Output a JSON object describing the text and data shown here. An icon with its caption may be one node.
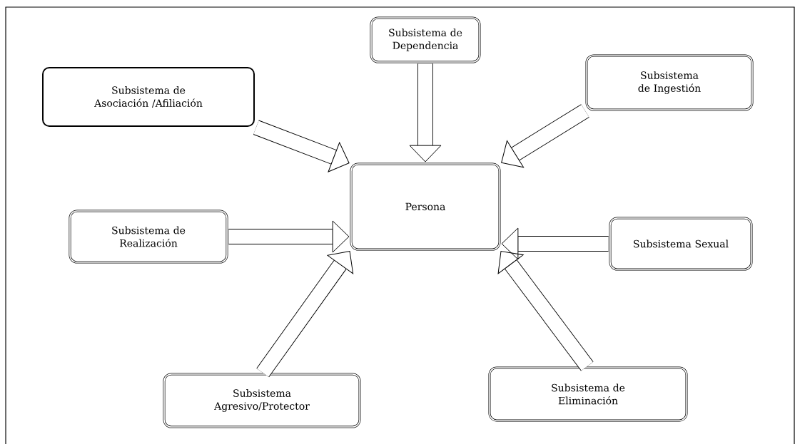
{
  "diagram": {
    "nodes": [
      {
        "text": [
          "Persona"
        ]
      },
      {
        "text": [
          "Subsistema de Dependencia"
        ]
      },
      {
        "text": [
          "Subsistema de Asociación /Afiliación"
        ]
      },
      {
        "text": [
          "Subsistema de Ingestión"
        ]
      },
      {
        "text": [
          "Subsistema de Realización"
        ]
      },
      {
        "text": [
          "Subsistema Sexual"
        ]
      },
      {
        "text": [
          "Subsistema Agresivo/Protector"
        ]
      },
      {
        "text": [
          "Subsistema de Eliminación"
        ]
      }
    ],
    "edges": [
      {
        "from": 1,
        "to": 0,
        "arrow": "to"
      },
      {
        "from": 2,
        "to": 0,
        "arrow": "to"
      },
      {
        "from": 3,
        "to": 0,
        "arrow": "to"
      },
      {
        "from": 4,
        "to": 0,
        "arrow": "to"
      },
      {
        "from": 5,
        "to": 0,
        "arrow": "to"
      },
      {
        "from": 6,
        "to": 0,
        "arrow": "to"
      },
      {
        "from": 7,
        "to": 0,
        "arrow": "to"
      }
    ]
  }
}
